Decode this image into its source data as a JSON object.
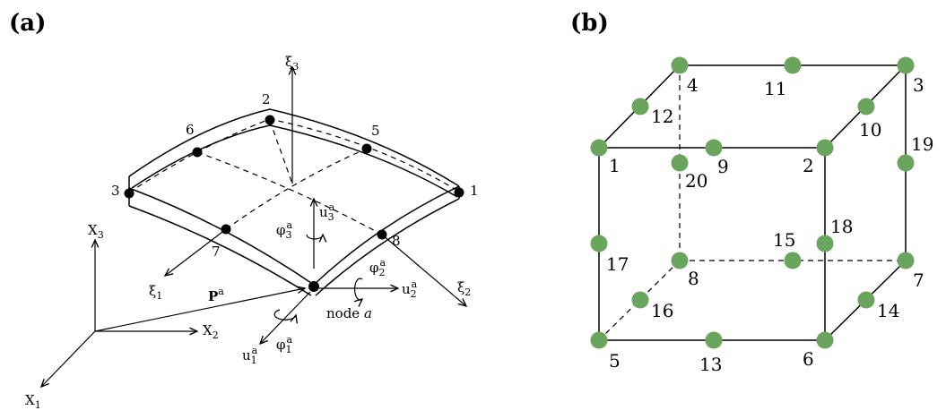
{
  "panel_a": {
    "label": "(a)",
    "shell_nodes": [
      "1",
      "2",
      "3",
      "5",
      "6",
      "7",
      "8"
    ],
    "local_axes": {
      "xi1": "ξ",
      "xi1_sub": "1",
      "xi2": "ξ",
      "xi2_sub": "2",
      "xi3": "ξ",
      "xi3_sub": "3"
    },
    "global_axes": {
      "x1": "X",
      "x1_sub": "1",
      "x2": "X",
      "x2_sub": "2",
      "x3": "X",
      "x3_sub": "3"
    },
    "position_vector": {
      "base": "P",
      "sup": "a"
    },
    "node_label": {
      "prefix": "node ",
      "name": "a"
    },
    "dofs": {
      "u1": {
        "base": "u",
        "sub": "1",
        "sup": "a"
      },
      "u2": {
        "base": "u",
        "sub": "2",
        "sup": "a"
      },
      "u3": {
        "base": "u",
        "sub": "3",
        "sup": "a"
      },
      "phi1": {
        "base": "φ",
        "sub": "1",
        "sup": "a"
      },
      "phi2": {
        "base": "φ",
        "sub": "2",
        "sup": "a"
      },
      "phi3": {
        "base": "φ",
        "sub": "3",
        "sup": "a"
      }
    }
  },
  "panel_b": {
    "label": "(b)",
    "node_color": "#6aa55e",
    "nodes": [
      "1",
      "2",
      "3",
      "4",
      "5",
      "6",
      "7",
      "8",
      "9",
      "10",
      "11",
      "12",
      "13",
      "14",
      "15",
      "16",
      "17",
      "18",
      "19",
      "20"
    ]
  }
}
